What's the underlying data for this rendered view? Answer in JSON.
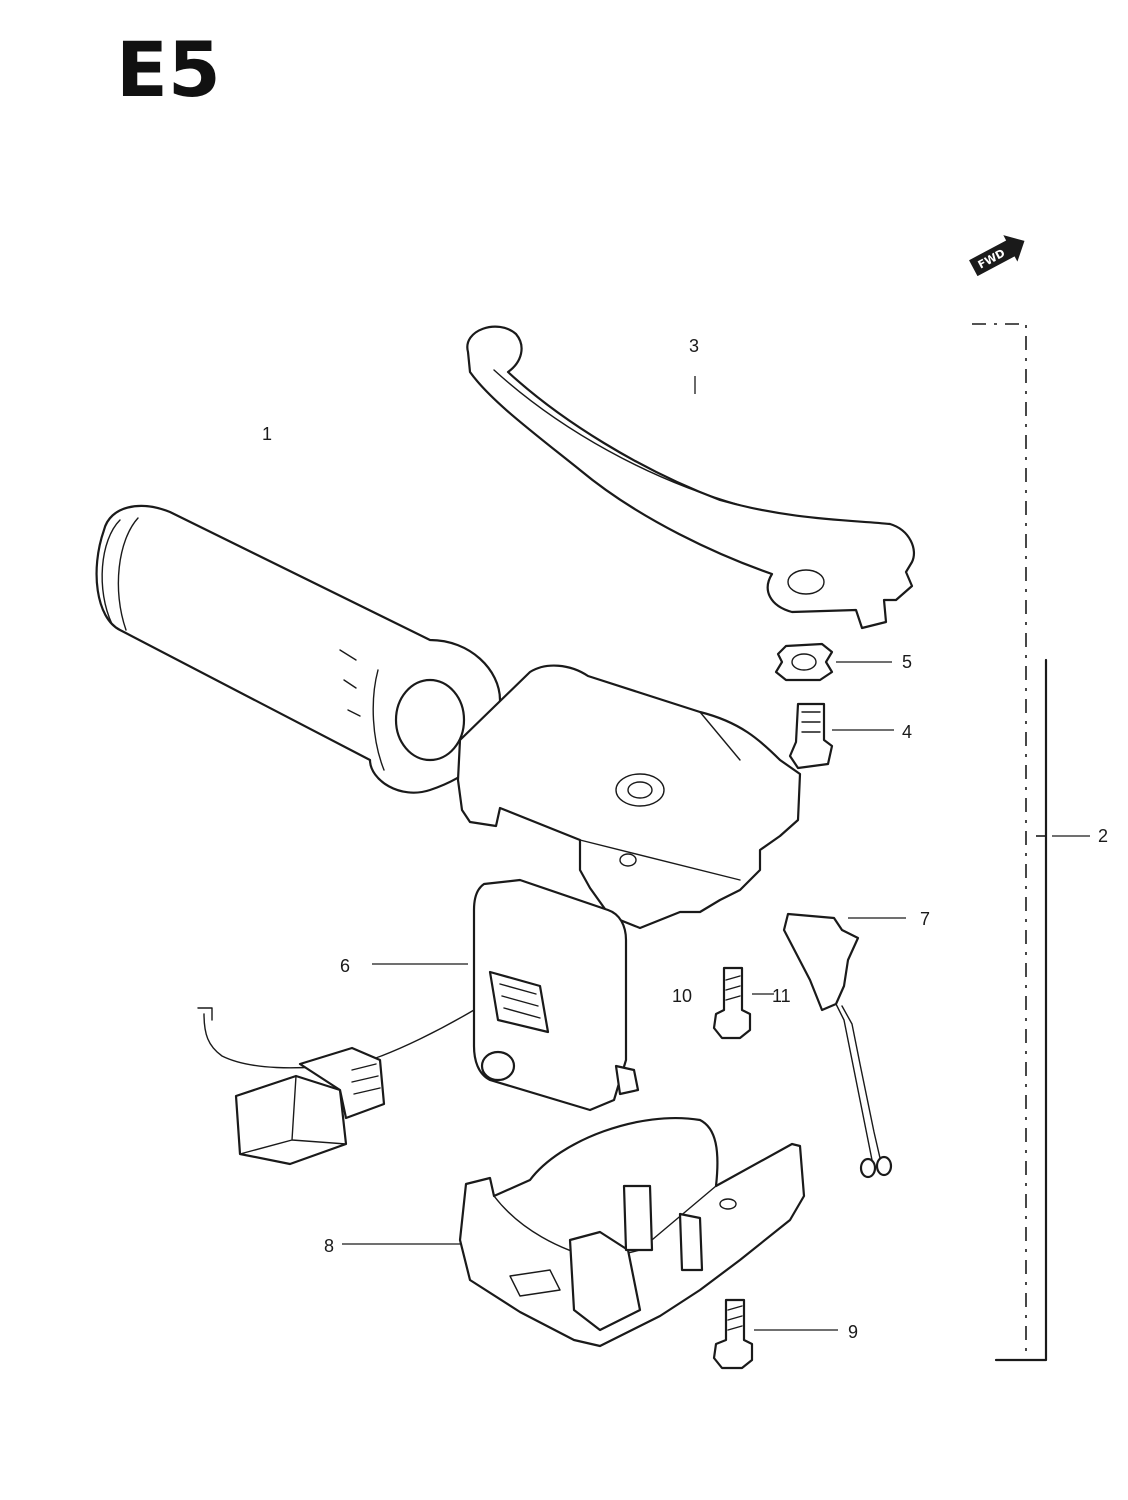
{
  "diagram": {
    "section_code": "E5",
    "direction_marker": {
      "label": "FWD",
      "icon": "forward-arrow-icon"
    },
    "callouts": [
      {
        "id": "1",
        "label": "1"
      },
      {
        "id": "2",
        "label": "2"
      },
      {
        "id": "3",
        "label": "3"
      },
      {
        "id": "4",
        "label": "4"
      },
      {
        "id": "5",
        "label": "5"
      },
      {
        "id": "6",
        "label": "6"
      },
      {
        "id": "7",
        "label": "7"
      },
      {
        "id": "8",
        "label": "8"
      },
      {
        "id": "9",
        "label": "9"
      },
      {
        "id": "10",
        "label": "10"
      },
      {
        "id": "11",
        "label": "11"
      }
    ]
  }
}
